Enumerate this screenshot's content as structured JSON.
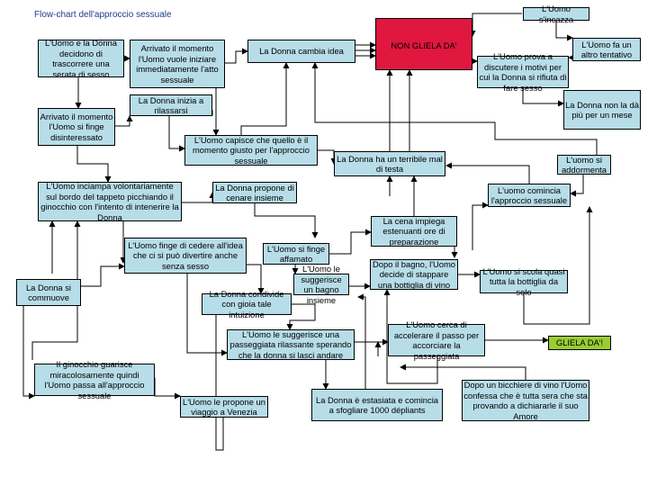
{
  "title": "Flow-chart dell'approccio sessuale",
  "nodes": [
    {
      "id": "n1",
      "text": "L'Uomo e la Donna decidono di trascorrere una serata di sesso"
    },
    {
      "id": "n2",
      "text": "Arrivato il momento l'Uomo vuole iniziare immediatamente l'atto sessuale"
    },
    {
      "id": "n3",
      "text": "La Donna cambia idea"
    },
    {
      "id": "n4",
      "text": "NON GLIELA DA'"
    },
    {
      "id": "n5",
      "text": "L'Uomo s'incazza"
    },
    {
      "id": "n6",
      "text": "L'Uomo fa un altro tentativo"
    },
    {
      "id": "n7",
      "text": "L'Uomo prova a discutere i motivi per cui la Donna si rifiuta di fare sesso"
    },
    {
      "id": "n8",
      "text": "La Donna non la dà più per un mese"
    },
    {
      "id": "n9",
      "text": "La Donna inizia a rilassarsi"
    },
    {
      "id": "n10",
      "text": "Arrivato il momento l'Uomo si finge disinteressato"
    },
    {
      "id": "n11",
      "text": "L'Uomo capisce che quello è il momento giusto per l'approccio sessuale"
    },
    {
      "id": "n12",
      "text": "La Donna ha un terribile mal di testa"
    },
    {
      "id": "n13",
      "text": "L'uomo si addormenta"
    },
    {
      "id": "n14",
      "text": "L'Uomo inciampa volontariamente sul bordo del tappeto picchiando il ginocchio con l'intento di intenerire la Donna"
    },
    {
      "id": "n15",
      "text": "La Donna propone di cenare insieme"
    },
    {
      "id": "n16",
      "text": "L'uomo comincia l'approccio sessuale"
    },
    {
      "id": "n17",
      "text": "La cena impiega estenuanti ore di preparazione"
    },
    {
      "id": "n18",
      "text": "L'Uomo finge di cedere all'idea che ci si può divertire anche senza sesso"
    },
    {
      "id": "n19",
      "text": "L'Uomo si finge affamato"
    },
    {
      "id": "n20",
      "text": "Dopo il bagno, l'Uomo decide di stappare una bottiglia di vino"
    },
    {
      "id": "n21",
      "text": "L'Uomo si scola quasi tutta la bottiglia da solo"
    },
    {
      "id": "n22",
      "text": "La Donna si commuove"
    },
    {
      "id": "n23",
      "text": "L'Uomo le suggerisce un bagno insieme"
    },
    {
      "id": "n24",
      "text": "La Donna condivide con gioia tale intuizione"
    },
    {
      "id": "n25",
      "text": "L'Uomo le suggerisce una passeggiata rilassante sperando che la donna si lasci andare"
    },
    {
      "id": "n26",
      "text": "L'Uomo cerca di accelerare il passo per accorciare la passeggiata"
    },
    {
      "id": "n27",
      "text": "GLIELA DA'!"
    },
    {
      "id": "n28",
      "text": "Il ginocchio guarisce miracolosamente quindi l'Uomo passa all'approccio sessuale"
    },
    {
      "id": "n29",
      "text": "Dopo un bicchiere di vino l'Uomo confessa che è tutta sera che sta provando a dichiararle il suo Amore"
    },
    {
      "id": "n30",
      "text": "L'Uomo le propone un viaggio a Venezia"
    },
    {
      "id": "n31",
      "text": "La Donna è estasiata e comincia a sfogliare 1000 dépliants"
    }
  ],
  "colors": {
    "box": "#b7dde8",
    "red": "#e0173f",
    "green": "#99cc33",
    "title": "#1f3c8c"
  }
}
